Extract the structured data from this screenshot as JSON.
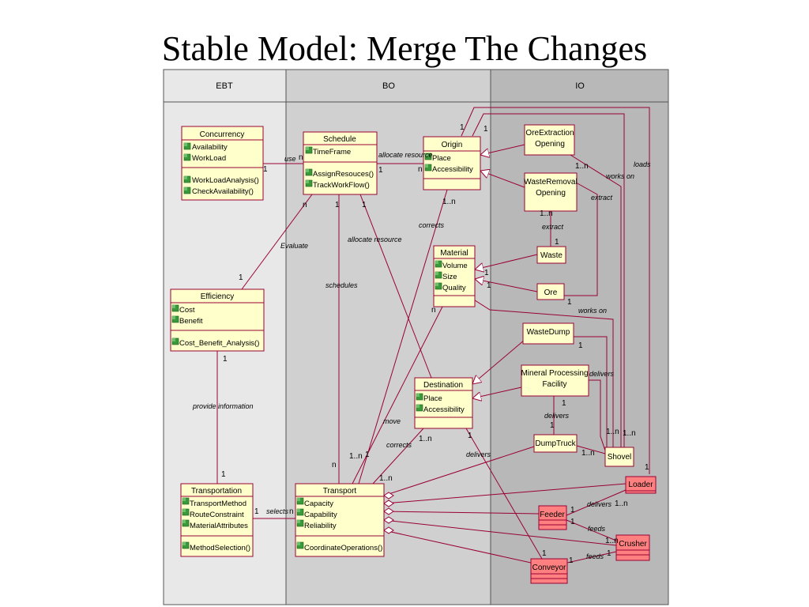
{
  "slide": {
    "title": "Stable Model: Merge The Changes"
  },
  "lanes": [
    {
      "key": "ebt",
      "label": "EBT"
    },
    {
      "key": "bo",
      "label": "BO"
    },
    {
      "key": "io",
      "label": "IO"
    }
  ],
  "classes": {
    "concurrency": {
      "name": "Concurrency",
      "attributes": [
        "Availability",
        "WorkLoad"
      ],
      "operations": [
        "WorkLoadAnalysis()",
        "CheckAvailability()"
      ]
    },
    "schedule": {
      "name": "Schedule",
      "attributes": [
        "TimeFrame"
      ],
      "operations": [
        "AssignResouces()",
        "TrackWorkFlow()"
      ]
    },
    "origin": {
      "name": "Origin",
      "attributes": [
        "Place",
        "Accessibility"
      ]
    },
    "ore_extraction": {
      "name_lines": [
        "OreExtraction",
        "Opening"
      ]
    },
    "waste_removal": {
      "name_lines": [
        "WasteRemoval",
        "Opening"
      ]
    },
    "efficiency": {
      "name": "Efficiency",
      "attributes": [
        "Cost",
        "Benefit"
      ],
      "operations": [
        "Cost_Benefit_Analysis()"
      ]
    },
    "material": {
      "name": "Material",
      "attributes": [
        "Volume",
        "Size",
        "Quality"
      ]
    },
    "waste": {
      "name": "Waste"
    },
    "ore": {
      "name": "Ore"
    },
    "waste_dump": {
      "name": "WasteDump"
    },
    "mineral_processing": {
      "name_lines": [
        "Mineral Processing",
        "Facility"
      ]
    },
    "destination": {
      "name": "Destination",
      "attributes": [
        "Place",
        "Accessibility"
      ]
    },
    "dump_truck": {
      "name": "DumpTruck"
    },
    "shovel": {
      "name": "Shovel"
    },
    "transportation": {
      "name": "Transportation",
      "attributes": [
        "TransportMethod",
        "RouteConstraint",
        "MaterialAttributes"
      ],
      "operations": [
        "MethodSelection()"
      ]
    },
    "transport": {
      "name": "Transport",
      "attributes": [
        "Capacity",
        "Capability",
        "Reliability"
      ],
      "operations": [
        "CoordinateOperations()"
      ]
    },
    "loader": {
      "name": "Loader"
    },
    "feeder": {
      "name": "Feeder"
    },
    "crusher": {
      "name": "Crusher"
    },
    "conveyor": {
      "name": "Conveyor"
    }
  },
  "labels": {
    "use": "use",
    "allocate_resource_top": "allocate resource",
    "evaluate": "Evaluate",
    "allocate_resource_mid": "allocate resource",
    "schedules": "schedules",
    "corrects_top": "corrects",
    "provide_information": "provide information",
    "works_on_top": "works on",
    "loads": "loads",
    "extract_1": "extract",
    "extract_2": "extract",
    "works_on_mid": "works on",
    "delivers_mid": "delivers",
    "delivers_low": "delivers",
    "move": "move",
    "corrects_low": "corrects",
    "delivers_dest": "delivers",
    "selects": "selects",
    "delivers_loader": "delivers",
    "feeds_1": "feeds",
    "feeds_2": "feeds"
  },
  "multiplicities": {
    "m01": "1",
    "m02": "n",
    "m03": "1",
    "m04": "n",
    "m05": "1",
    "m06": "1",
    "m07": "1..n",
    "m08": "1..n",
    "m09": "n",
    "m10": "1",
    "m11": "1",
    "m12": "1",
    "m13": "1..n",
    "m14": "1",
    "m15": "1",
    "m16": "1",
    "m17": "1",
    "m18": "1",
    "m19": "n",
    "m20": "1",
    "m21": "1",
    "m22": "1",
    "m23": "1..n",
    "m24": "1",
    "m25": "1..n",
    "m26": "1..n",
    "m27": "1..n",
    "m28": "1..n",
    "m29": "1",
    "m30": "1",
    "m31": "n",
    "m32": "1",
    "m33": "n",
    "m34": "1..n",
    "m35": "1..n",
    "m36": "1",
    "m37": "1",
    "m38": "1",
    "m39": "1..n",
    "m40": "1",
    "m41": "1",
    "m42": "1"
  },
  "colors": {
    "entity_fill": "#ffffcc",
    "entity_red": "#ff8080",
    "line": "#990033",
    "lane_ebt": "#e8e8e8",
    "lane_bo": "#d0d0d0",
    "lane_io": "#b8b8b8"
  }
}
